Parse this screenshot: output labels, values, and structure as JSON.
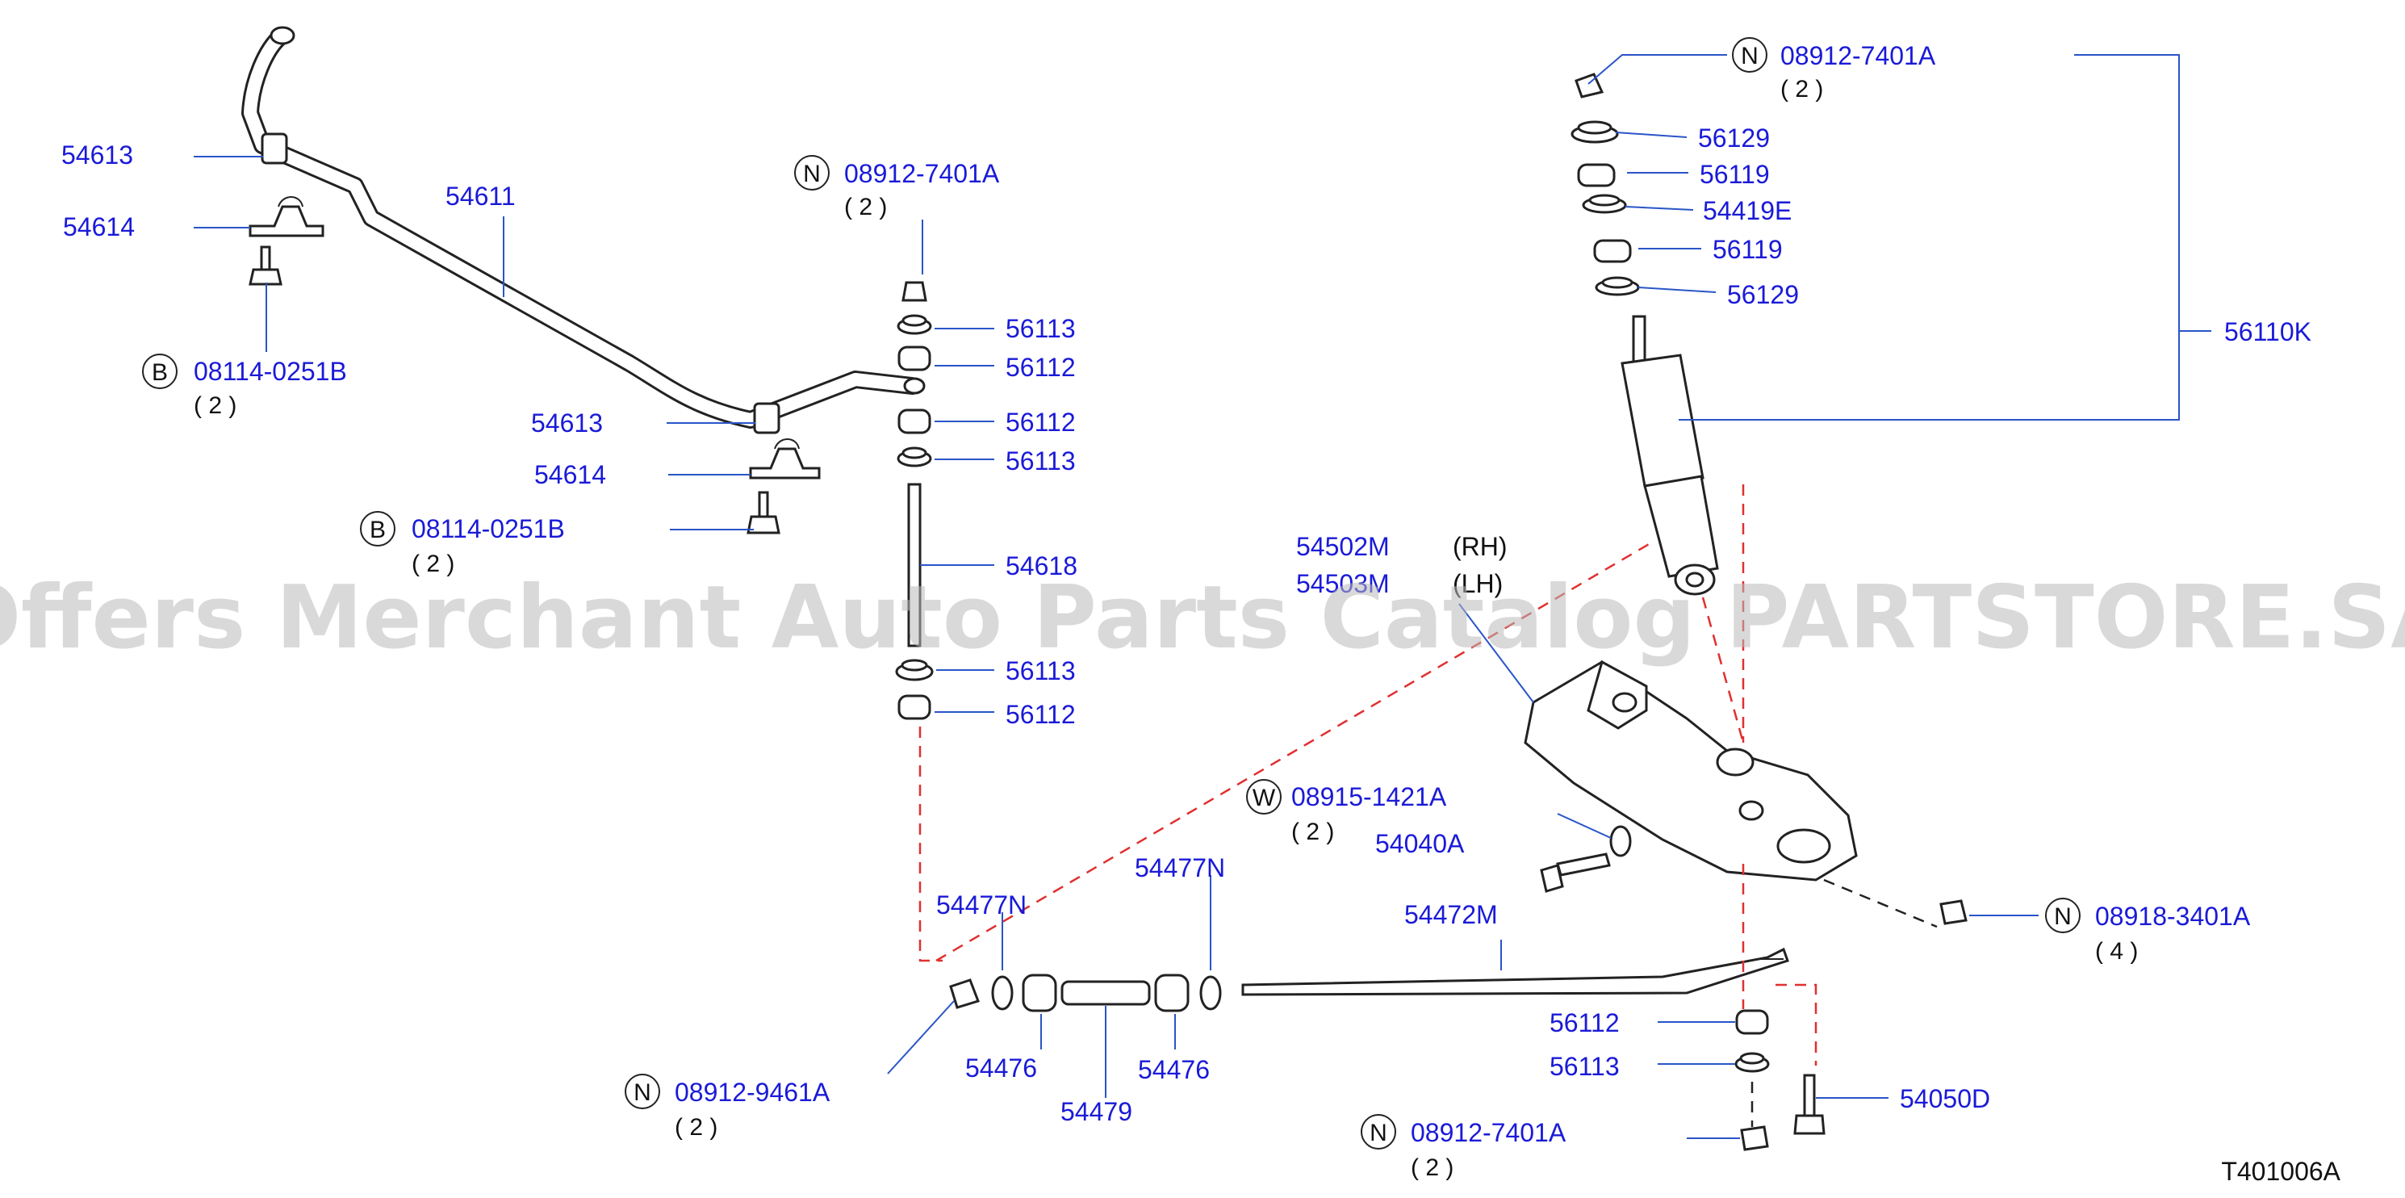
{
  "watermark": "Offers Merchant Auto Parts Catalog PARTSTORE.SA",
  "diagram_code": "T401006A",
  "labels": {
    "p54613_top": "54613",
    "p54614_top": "54614",
    "p54611": "54611",
    "p08114_top": "08114-0251B",
    "p08114_top_qty": "( 2 )",
    "p54613_mid": "54613",
    "p54614_mid": "54614",
    "p08114_mid": "08114-0251B",
    "p08114_mid_qty": "( 2 )",
    "p08912_link": "08912-7401A",
    "p08912_link_qty": "( 2 )",
    "p56113_a": "56113",
    "p56112_a": "56112",
    "p56112_b": "56112",
    "p56113_b": "56113",
    "p54618": "54618",
    "p56113_c": "56113",
    "p56112_c": "56112",
    "p08912_top": "08912-7401A",
    "p08912_top_qty": "( 2 )",
    "p56129_a": "56129",
    "p56119_a": "56119",
    "p54419E": "54419E",
    "p56119_b": "56119",
    "p56129_b": "56129",
    "p56110K": "56110K",
    "p54502M": "54502M",
    "p54502M_side": "(RH)",
    "p54503M": "54503M",
    "p54503M_side": "(LH)",
    "p08915": "08915-1421A",
    "p08915_qty": "( 2 )",
    "p54040A": "54040A",
    "p08918": "08918-3401A",
    "p08918_qty": "( 4 )",
    "p54477N_a": "54477N",
    "p54477N_b": "54477N",
    "p54472M": "54472M",
    "p54476_a": "54476",
    "p54476_b": "54476",
    "p54479": "54479",
    "p08912_9461": "08912-9461A",
    "p08912_9461_qty": "( 2 )",
    "p56112_d": "56112",
    "p56113_d": "56113",
    "p54050D": "54050D",
    "p08912_bot": "08912-7401A",
    "p08912_bot_qty": "( 2 )"
  },
  "prefix_letters": {
    "b": "B",
    "n": "N",
    "w": "W"
  },
  "colors": {
    "label_blue": "#1a1ad8",
    "leader_blue": "#2a55c8",
    "dashed_red": "#e03030",
    "ink": "#222222",
    "watermark_gray": "#b9b9b9"
  }
}
